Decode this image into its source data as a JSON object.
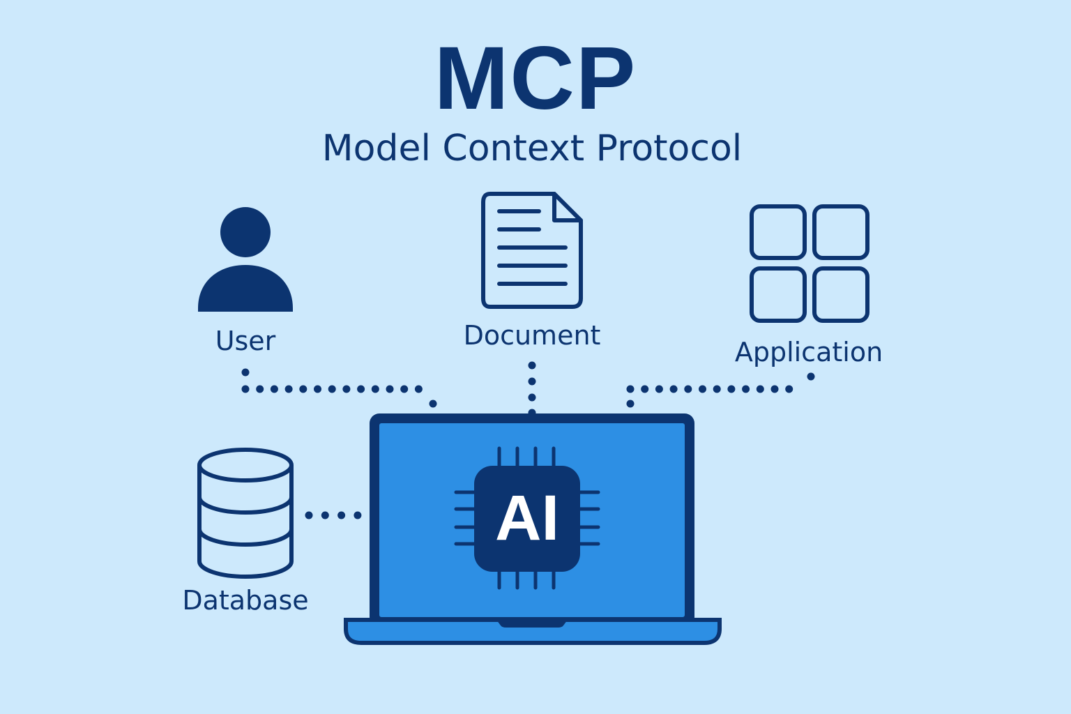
{
  "header": {
    "title": "MCP",
    "subtitle": "Model Context Protocol"
  },
  "nodes": {
    "user": {
      "label": "User",
      "icon": "user-icon"
    },
    "document": {
      "label": "Document",
      "icon": "document-icon"
    },
    "application": {
      "label": "Application",
      "icon": "app-grid-icon"
    },
    "database": {
      "label": "Database",
      "icon": "database-icon"
    }
  },
  "center": {
    "label": "AI",
    "icon": "laptop-icon",
    "chip_icon": "processor-chip-icon"
  },
  "colors": {
    "background": "#cde9fc",
    "ink": "#0c3470",
    "screen": "#2d8fe4",
    "chip": "#0c3470",
    "chip_text": "#ffffff"
  }
}
